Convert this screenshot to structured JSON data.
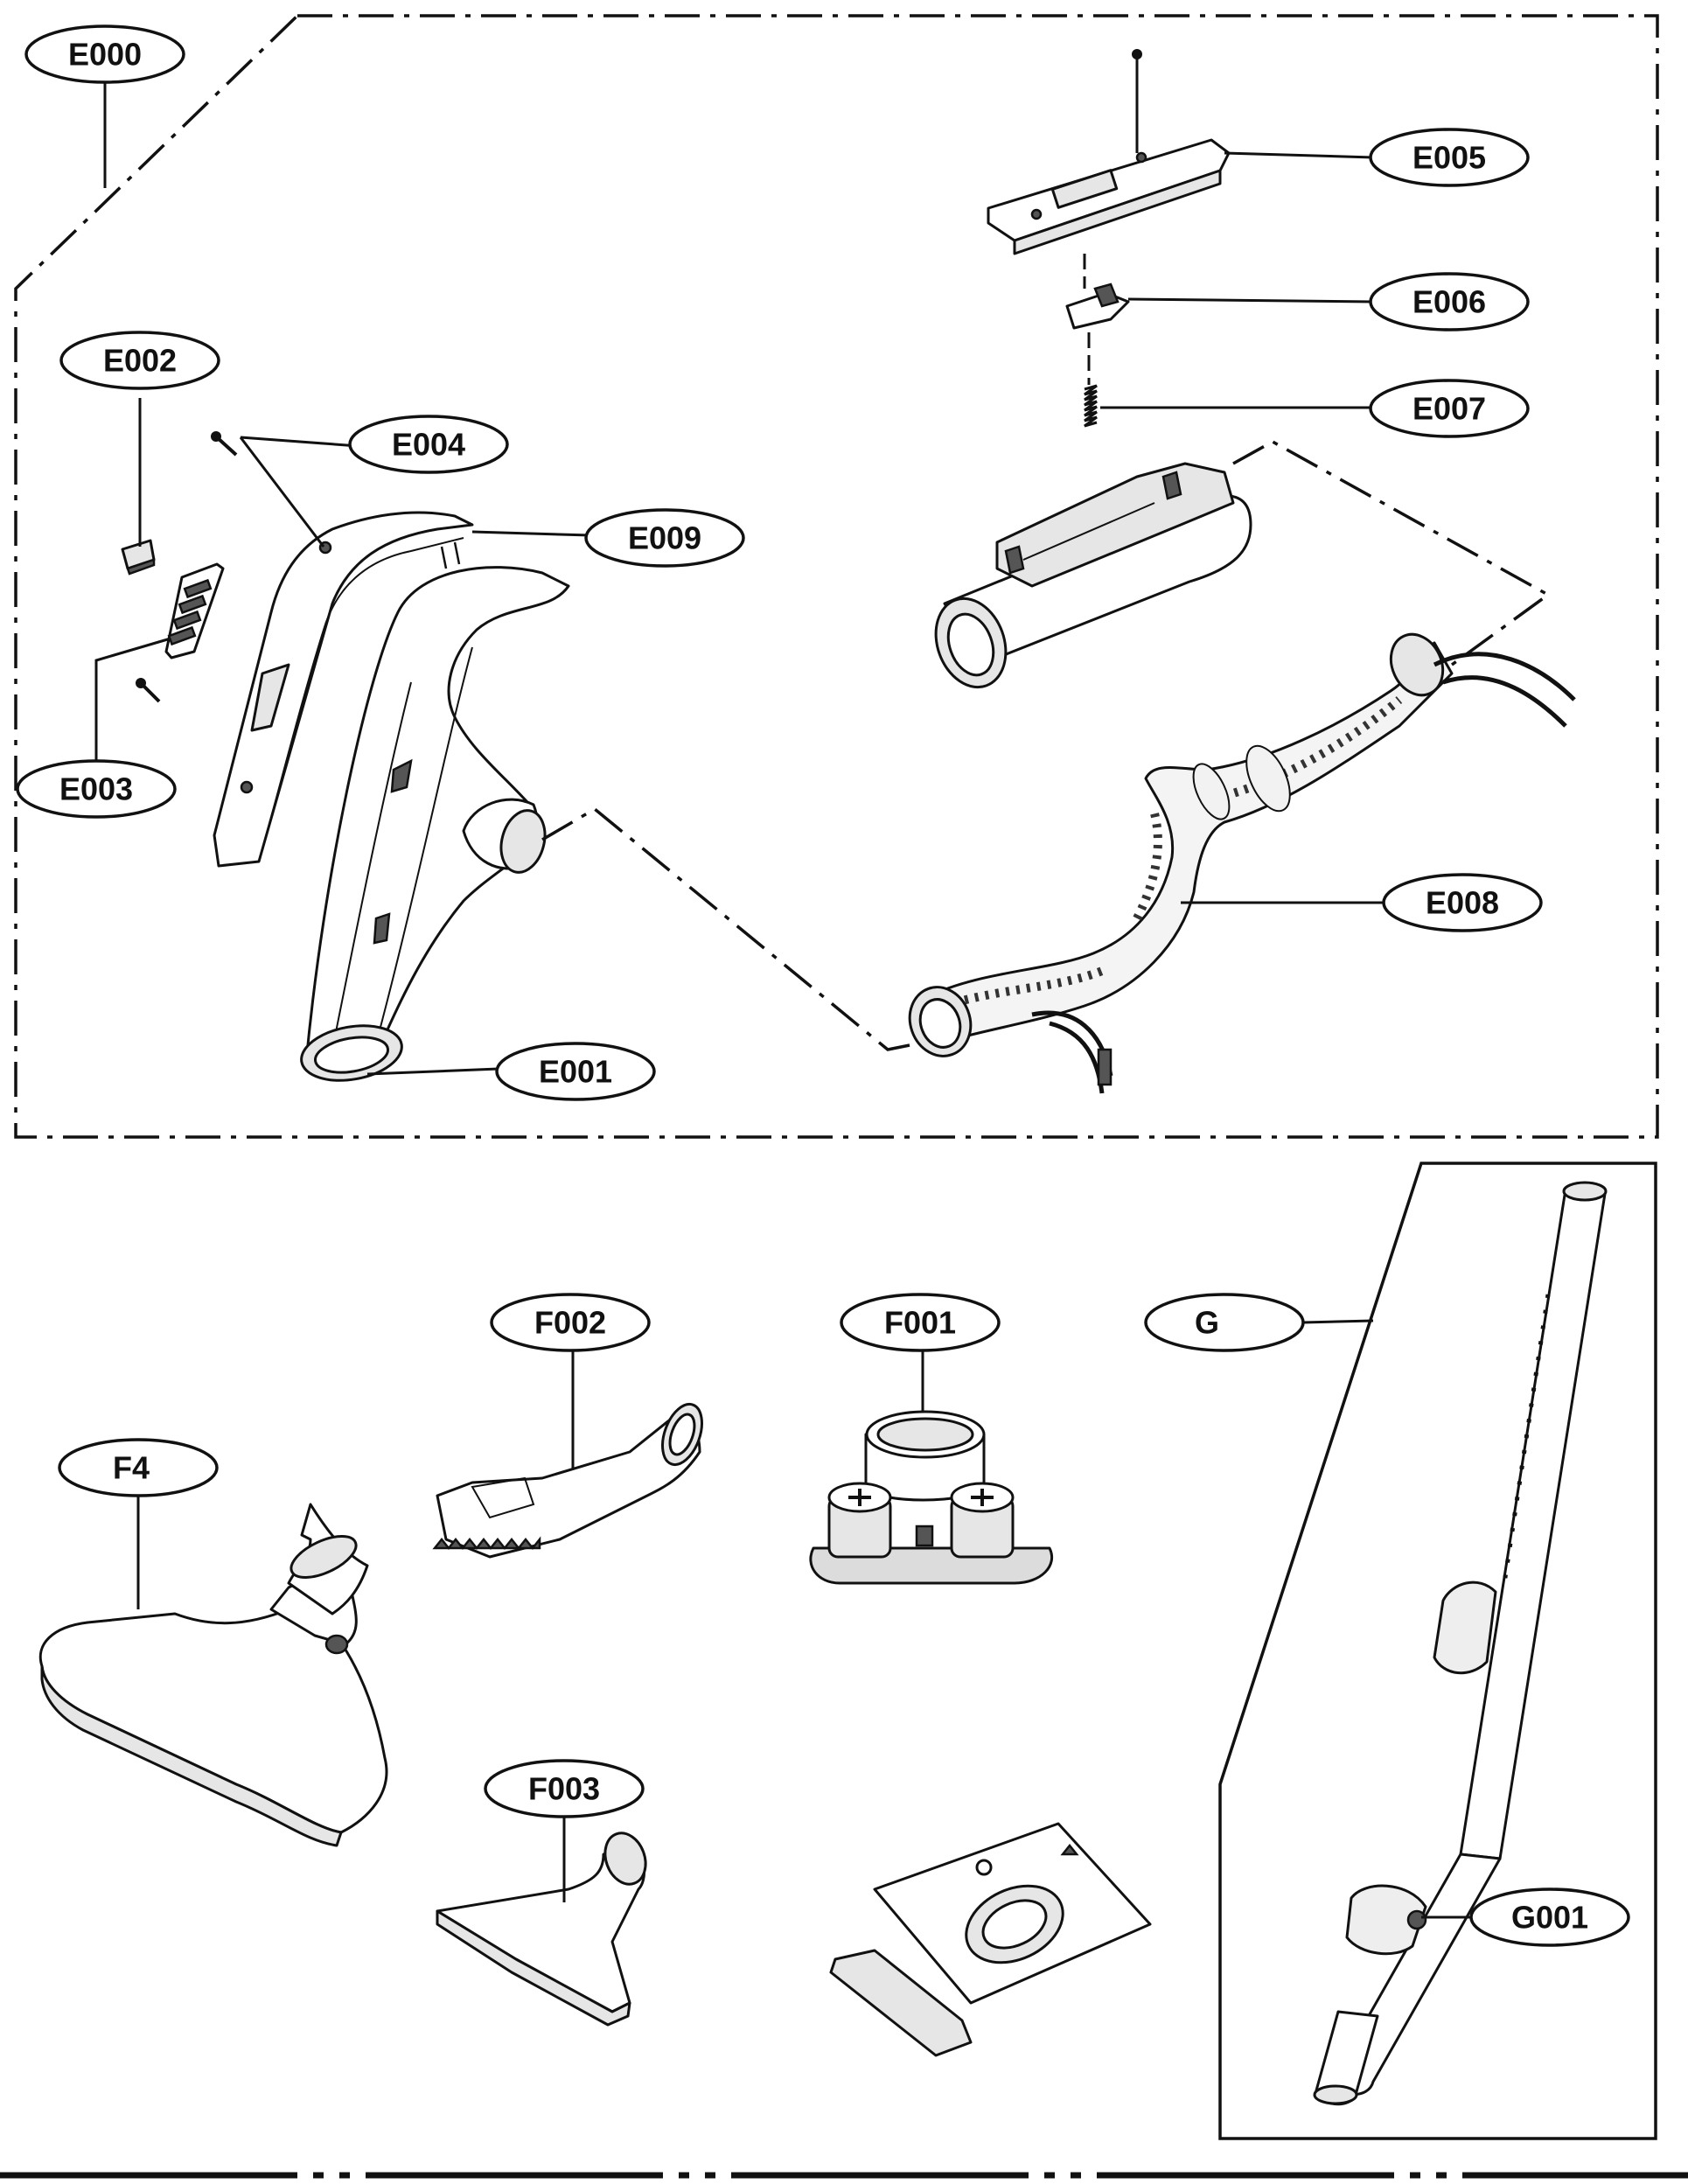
{
  "labels": {
    "E000": "E000",
    "E001": "E001",
    "E002": "E002",
    "E003": "E003",
    "E004": "E004",
    "E005": "E005",
    "E006": "E006",
    "E007": "E007",
    "E008": "E008",
    "E009": "E009",
    "F001": "F001",
    "F002": "F002",
    "F003": "F003",
    "F004": "F4",
    "G000": "G",
    "G001": "G001"
  }
}
